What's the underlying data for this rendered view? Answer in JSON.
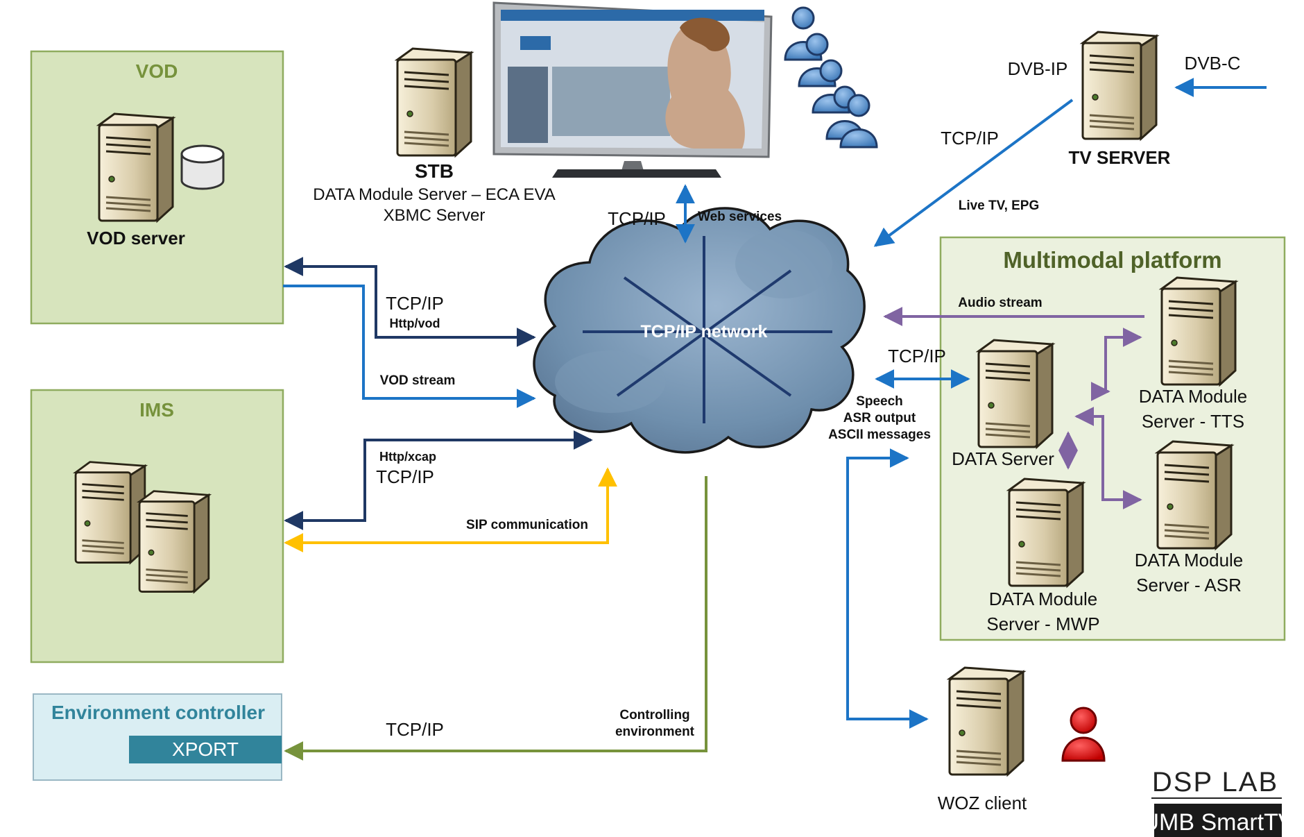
{
  "vod": {
    "title": "VOD",
    "server_label": "VOD server"
  },
  "ims": {
    "title": "IMS"
  },
  "env": {
    "title": "Environment controller",
    "xport": "XPORT"
  },
  "stb": {
    "title": "STB",
    "line1": "DATA Module Server – ECA EVA",
    "line2": "XBMC Server"
  },
  "tv_server": {
    "label": "TV SERVER",
    "dvb_ip": "DVB-IP",
    "dvb_c": "DVB-C"
  },
  "network": {
    "label": "TCP/IP network"
  },
  "links": {
    "stb_tcpip": "TCP/IP",
    "web_services": "Web services",
    "tv_tcpip": "TCP/IP",
    "live_tv": "Live TV, EPG",
    "vod_tcpip": "TCP/IP",
    "http_vod": "Http/vod",
    "vod_stream": "VOD stream",
    "http_xcap": "Http/xcap",
    "ims_tcpip": "TCP/IP",
    "sip": "SIP communication",
    "env_tcpip": "TCP/IP",
    "controlling_1": "Controlling",
    "controlling_2": "environment",
    "audio_stream": "Audio stream",
    "mm_tcpip": "TCP/IP",
    "speech": "Speech",
    "asr_output": "ASR output",
    "ascii": "ASCII messages"
  },
  "multimodal": {
    "title": "Multimodal platform",
    "data_server": "DATA Server",
    "tts_1": "DATA Module",
    "tts_2": "Server - TTS",
    "asr_1": "DATA Module",
    "asr_2": "Server - ASR",
    "mwp_1": "DATA Module",
    "mwp_2": "Server - MWP"
  },
  "woz": {
    "label": "WOZ client"
  },
  "logo": {
    "top": "DSP LAB",
    "bottom": "UMB SmartTV"
  },
  "colors": {
    "box_green": "#d7e4bd",
    "box_border": "#8fac5f",
    "title_green": "#76923c",
    "env_blue": "#daeef3",
    "env_title": "#31849b",
    "xport": "#31849b",
    "navy": "#1f3864",
    "blue": "#1c74c6",
    "yellow": "#ffc000",
    "purple": "#8064a2",
    "green_line": "#77933c",
    "red_user": "#e00000",
    "blue_user": "#4a86c8"
  }
}
